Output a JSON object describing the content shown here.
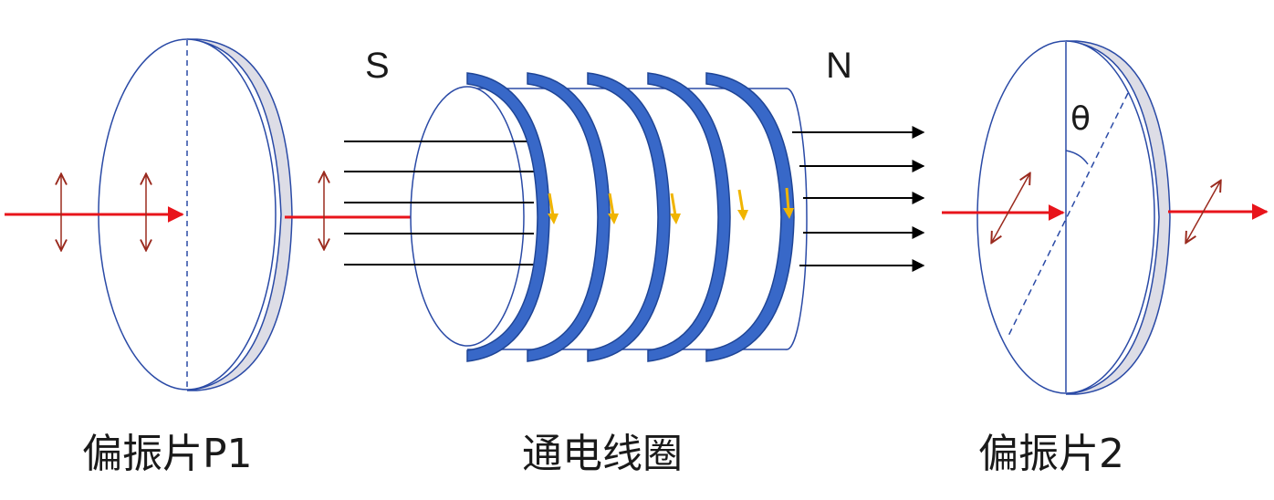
{
  "labels": {
    "south_pole": "S",
    "north_pole": "N",
    "angle": "θ",
    "polarizer_1_caption": "偏振片P1",
    "coil_caption": "通电线圈",
    "polarizer_2_caption": "偏振片2"
  },
  "colors": {
    "light_ray": "#e8141b",
    "polarization_arrow": "#9a2a1e",
    "lens_outline": "#2a4aa6",
    "lens_rim": "#dddde6",
    "coil_wire": "#3868c8",
    "coil_wire_edge": "#1f4596",
    "current_arrow": "#f0b400",
    "field_line": "#000000"
  },
  "coil": {
    "turns": 5
  },
  "field_lines": {
    "inside_count": 5,
    "outside_count": 5
  },
  "icons": {
    "polarization_vertical": "double-headed-vertical-arrow-icon",
    "polarization_rotated": "double-headed-diagonal-arrow-icon",
    "current_direction": "current-direction-arrow-icon"
  }
}
